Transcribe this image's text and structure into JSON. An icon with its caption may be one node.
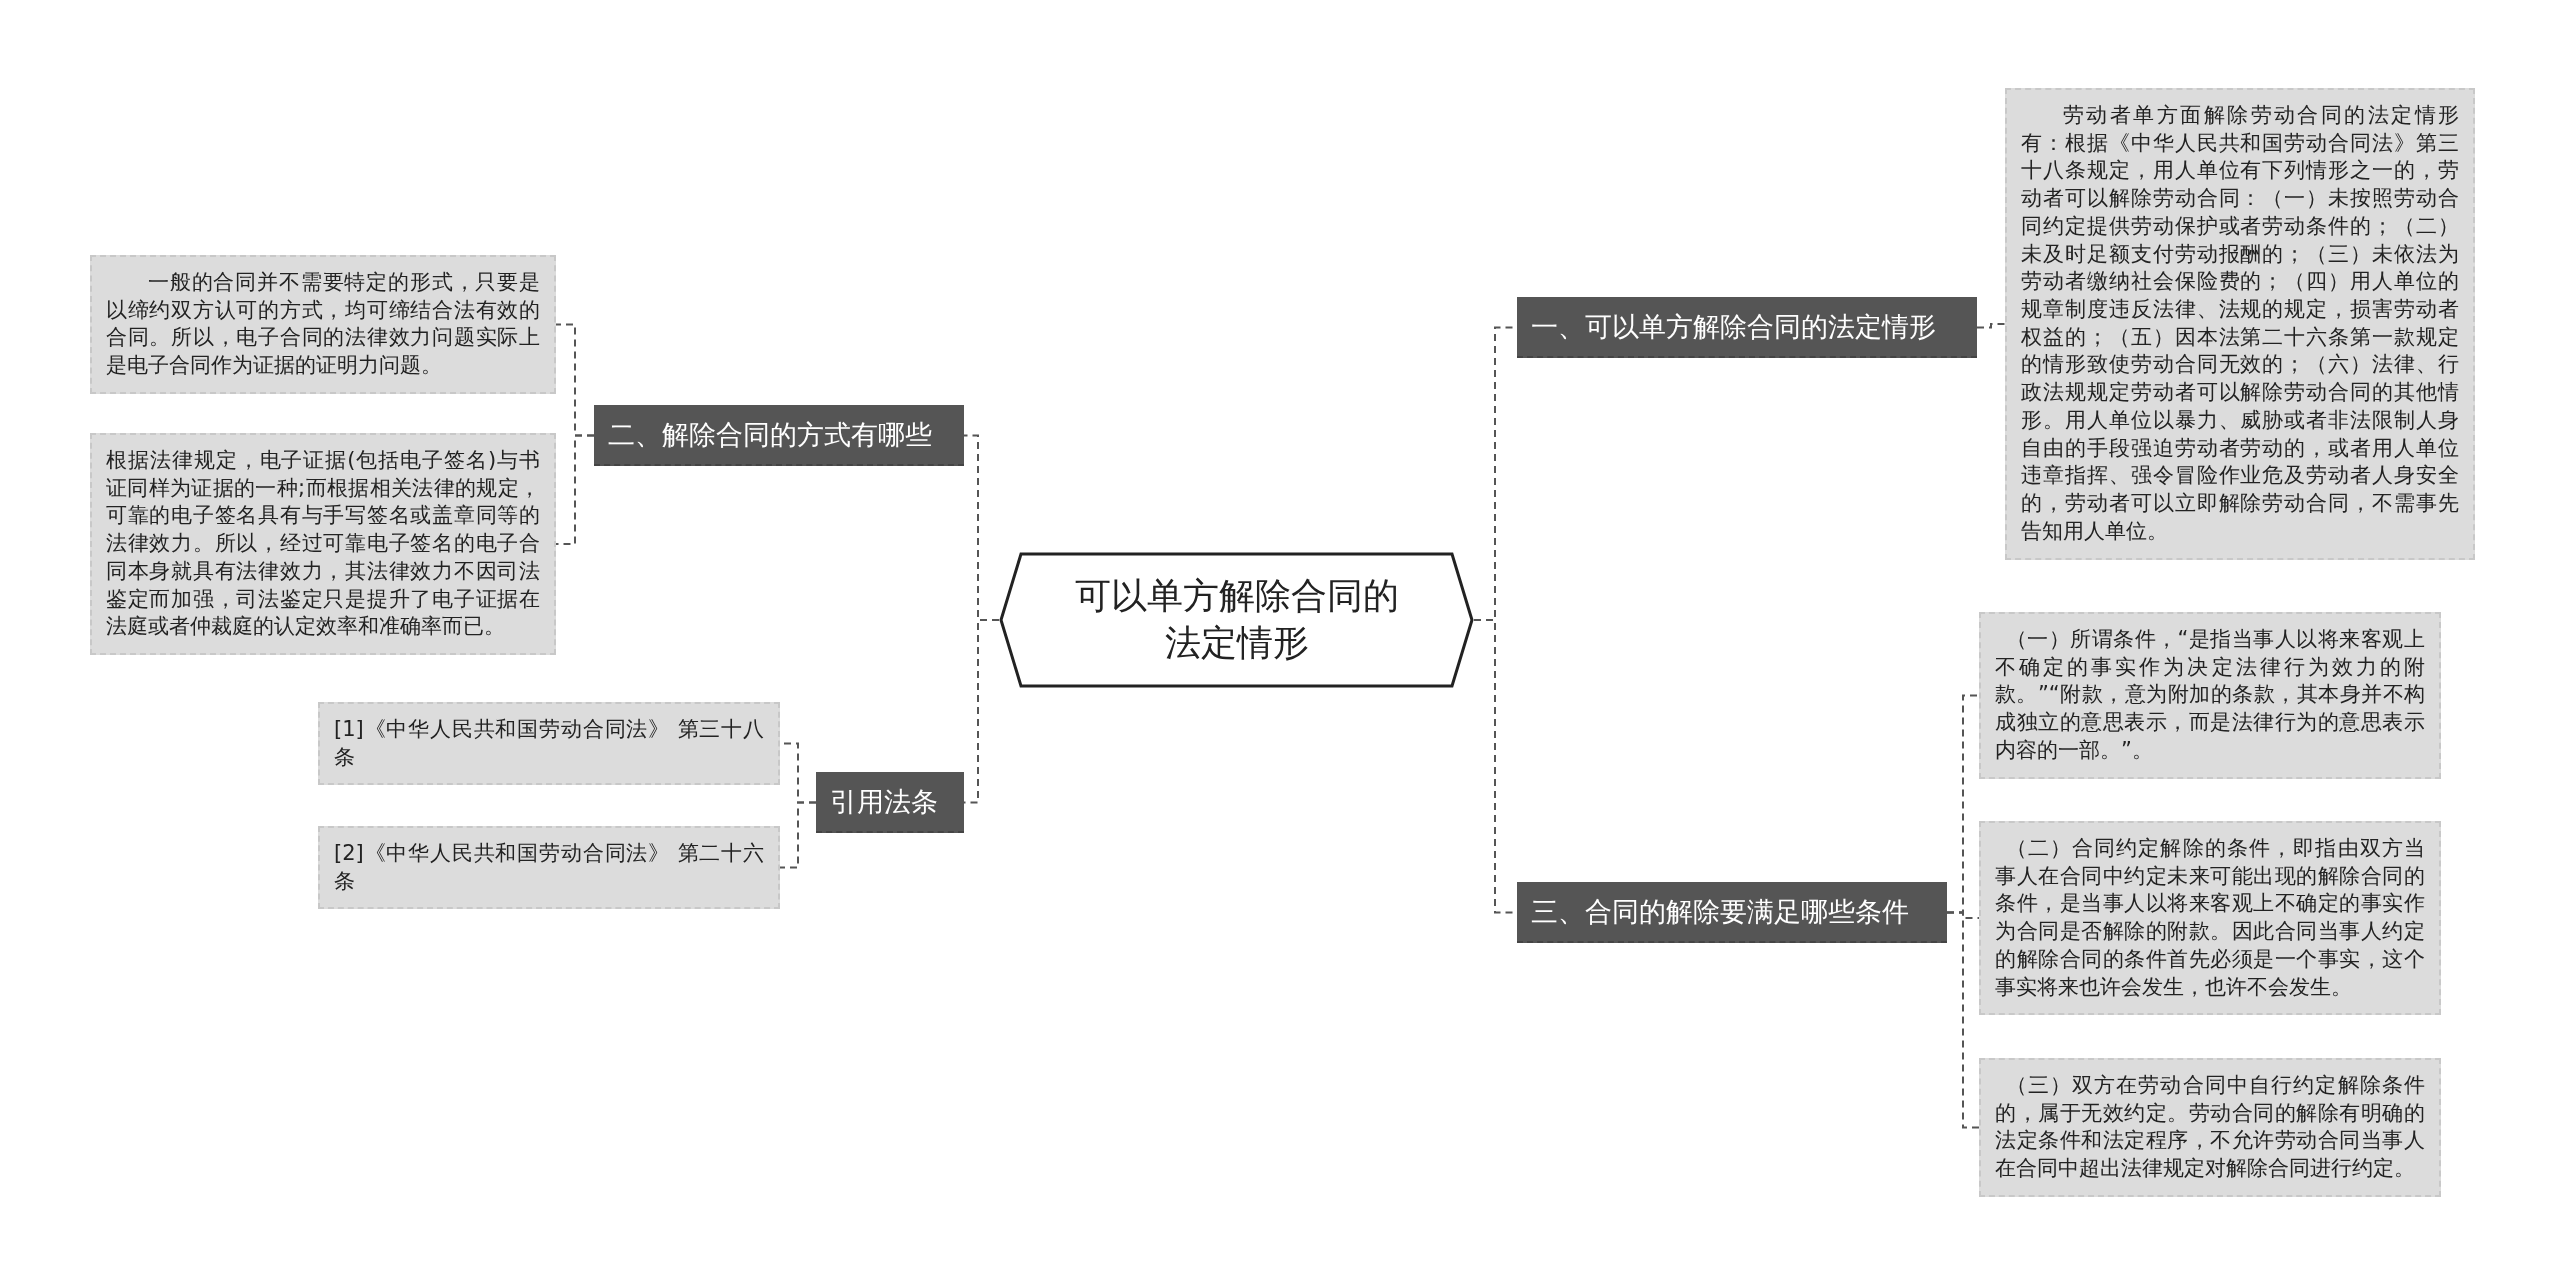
{
  "diagram": {
    "nodes": [
      {
        "text": [
          "可以单方解除合同的法定情形"
        ]
      },
      {
        "text": [
          "一、可以单方解除合同的法定情形"
        ]
      },
      {
        "text": [
          "劳动者单方面解除劳动合同的法定情形有：根据《中华人民共和国劳动合同法》第三十八条规定，用人单位有下列情形之一的，劳动者可以解除劳动合同：（一）未按照劳动合同约定提供劳动保护或者劳动条件的；（二）未及时足额支付劳动报酬的；（三）未依法为劳动者缴纳社会保险费的；（四）用人单位的规章制度违反法律、法规的规定，损害劳动者权益的；（五）因本法第二十六条第一款规定的情形致使劳动合同无效的；（六）法律、行政法规规定劳动者可以解除劳动合同的其他情形。用人单位以暴力、威胁或者非法限制人身自由的手段强迫劳动者劳动的，或者用人单位违章指挥、强令冒险作业危及劳动者人身安全的，劳动者可以立即解除劳动合同，不需事先告知用人单位。"
        ]
      },
      {
        "text": [
          "三、合同的解除要满足哪些条件"
        ]
      },
      {
        "text": [
          "（一）所谓条件，“是指当事人以将来客观上不确定的事实作为决定法律行为效力的附款。”“附款，意为附加的条款，其本身并不构成独立的意思表示，而是法律行为的意思表示内容的一部。”。"
        ]
      },
      {
        "text": [
          "（二）合同约定解除的条件，即指由双方当事人在合同中约定未来可能出现的解除合同的条件，是当事人以将来客观上不确定的事实作为合同是否解除的附款。因此合同当事人约定的解除合同的条件首先必须是一个事实，这个事实将来也许会发生，也许不会发生。"
        ]
      },
      {
        "text": [
          "（三）双方在劳动合同中自行约定解除条件的，属于无效约定。劳动合同的解除有明确的法定条件和法定程序，不允许劳动合同当事人在合同中超出法律规定对解除合同进行约定。"
        ]
      },
      {
        "text": [
          "二、解除合同的方式有哪些"
        ]
      },
      {
        "text": [
          "一般的合同并不需要特定的形式，只要是以缔约双方认可的方式，均可缔结合法有效的合同。所以，电子合同的法律效力问题实际上是电子合同作为证据的证明力问题。"
        ]
      },
      {
        "text": [
          "根据法律规定，电子证据(包括电子签名)与书证同样为证据的一种;而根据相关法律的规定，可靠的电子签名具有与手写签名或盖章同等的法律效力。所以，经过可靠电子签名的电子合同本身就具有法律效力，其法律效力不因司法鉴定而加强，司法鉴定只是提升了电子证据在法庭或者仲裁庭的认定效率和准确率而已。"
        ]
      },
      {
        "text": [
          "引用法条"
        ]
      },
      {
        "text": [
          "[1]《中华人民共和国劳动合同法》 第三十八条"
        ]
      },
      {
        "text": [
          "[2]《中华人民共和国劳动合同法》 第二十六条"
        ]
      }
    ],
    "edges": [
      {
        "from": 0,
        "to": 1,
        "arrow": "none"
      },
      {
        "from": 1,
        "to": 2,
        "arrow": "none"
      },
      {
        "from": 0,
        "to": 3,
        "arrow": "none"
      },
      {
        "from": 3,
        "to": 4,
        "arrow": "none"
      },
      {
        "from": 3,
        "to": 5,
        "arrow": "none"
      },
      {
        "from": 3,
        "to": 6,
        "arrow": "none"
      },
      {
        "from": 0,
        "to": 7,
        "arrow": "none"
      },
      {
        "from": 7,
        "to": 8,
        "arrow": "none"
      },
      {
        "from": 7,
        "to": 9,
        "arrow": "none"
      },
      {
        "from": 0,
        "to": 10,
        "arrow": "none"
      },
      {
        "from": 10,
        "to": 11,
        "arrow": "none"
      },
      {
        "from": 10,
        "to": 12,
        "arrow": "none"
      }
    ]
  }
}
